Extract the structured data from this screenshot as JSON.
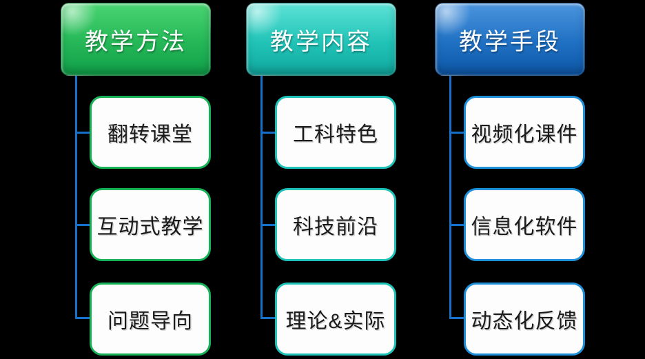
{
  "diagram": {
    "background_color": "#000000",
    "connector_color": "#1470c8",
    "columns": [
      {
        "title": "教学方法",
        "accent": "#17b157",
        "header_colors": {
          "top": "#4ad472",
          "mid": "#25b757",
          "bottom": "#109f49"
        },
        "items": [
          "翻转课堂",
          "互动式教学",
          "问题导向"
        ]
      },
      {
        "title": "教学内容",
        "accent": "#1ec3b8",
        "header_colors": {
          "top": "#5de2d6",
          "mid": "#21c3b7",
          "bottom": "#10a89e"
        },
        "items": [
          "工科特色",
          "科技前沿",
          "理论&实际"
        ]
      },
      {
        "title": "教学手段",
        "accent": "#1e8fd9",
        "header_colors": {
          "top": "#4c95de",
          "mid": "#1f70c3",
          "bottom": "#0d57a7"
        },
        "items": [
          "视频化课件",
          "信息化软件",
          "动态化反馈"
        ]
      }
    ]
  }
}
